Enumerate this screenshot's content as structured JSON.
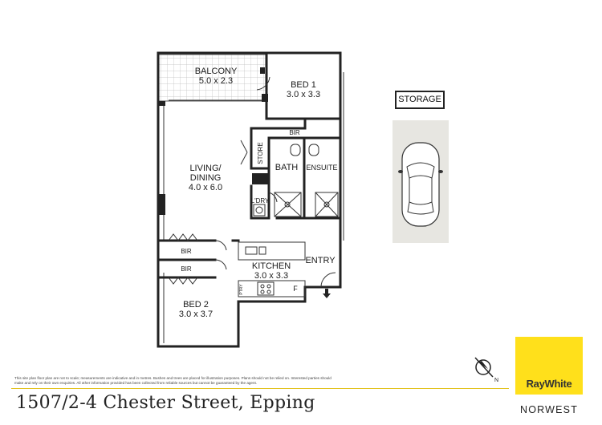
{
  "rooms": {
    "balcony": {
      "name": "BALCONY",
      "size": "5.0 x 2.3"
    },
    "bed1": {
      "name": "BED 1",
      "size": "3.0 x 3.3"
    },
    "bir_top": "BIR",
    "store": "STORE",
    "bath": "BATH",
    "ensuite": "ENSUITE",
    "living": {
      "line1": "LIVING/",
      "line2": "DINING",
      "size": "4.0 x 6.0"
    },
    "laundry": "L'DRY",
    "bir_left_1": "BIR",
    "bir_left_2": "BIR",
    "kitchen": {
      "name": "KITCHEN",
      "size": "3.0 x 3.3"
    },
    "pantry": "PTRY",
    "fridge": "F",
    "entry": "ENTRY",
    "bed2": {
      "name": "BED 2",
      "size": "3.0 x 3.7"
    }
  },
  "storage_label": "STORAGE",
  "disclaimer": "This site plan floor plan are not to scale; measurements are indicative and in metres. Bushes and trees are placed for illustration purposes. Plans should not be relied on. Interested parties should make and rely on their own enquiries. All other information provided has been collected from reliable sources but cannot be guaranteed by the agent.",
  "address": "1507/2-4 Chester Street, Epping",
  "brand": {
    "name": "RayWhite",
    "office": "NORWEST",
    "color": "#ffe01b"
  },
  "compass_letter": "N"
}
